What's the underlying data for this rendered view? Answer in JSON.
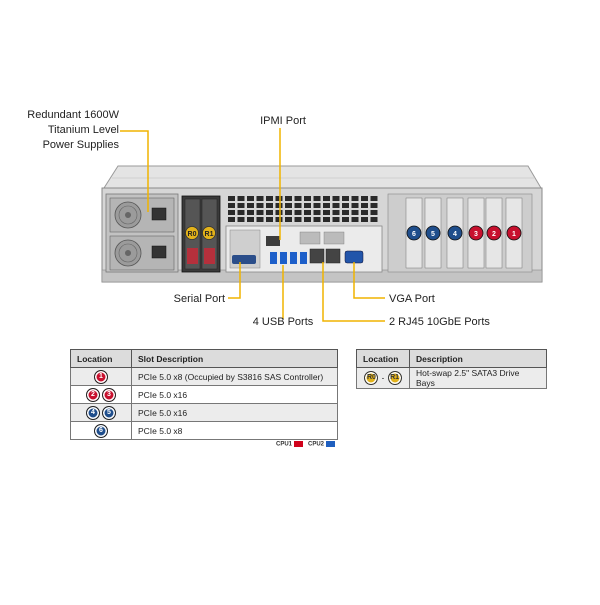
{
  "callouts": {
    "power": [
      "Redundant  1600W",
      "Titanium Level",
      "Power Supplies"
    ],
    "ipmi": "IPMI Port",
    "serial": "Serial Port",
    "usb": "4 USB Ports",
    "vga": "VGA Port",
    "rj45": "2 RJ45 10GbE Ports"
  },
  "drive_bays": [
    "R0",
    "R1"
  ],
  "slot_badges": [
    "6",
    "5",
    "4",
    "3",
    "2",
    "1"
  ],
  "slot_table": {
    "headers": [
      "Location",
      "Slot Description"
    ],
    "rows": [
      {
        "locations": [
          "1"
        ],
        "colors": [
          "red"
        ],
        "description": "PCIe 5.0 x8 (Occupied by S3816 SAS Controller)"
      },
      {
        "locations": [
          "2",
          "3"
        ],
        "colors": [
          "red",
          "red"
        ],
        "description": "PCIe 5.0 x16"
      },
      {
        "locations": [
          "4",
          "5"
        ],
        "colors": [
          "blue",
          "blue"
        ],
        "description": "PCIe 5.0 x16"
      },
      {
        "locations": [
          "6"
        ],
        "colors": [
          "blue"
        ],
        "description": "PCIe 5.0 x8"
      }
    ]
  },
  "drive_table": {
    "headers": [
      "Location",
      "Description"
    ],
    "rows": [
      {
        "locations": [
          "R0",
          "R1"
        ],
        "separator": "-",
        "description": "Hot-swap  2.5\" SATA3 Drive Bays"
      }
    ]
  },
  "legend": [
    {
      "label": "CPU1",
      "color": "#d0021b"
    },
    {
      "label": "CPU2",
      "color": "#1f5fbf"
    }
  ],
  "colors": {
    "callout_line": "#f0b400",
    "cpu1": "#c8102e",
    "cpu2": "#1f4e8c",
    "drive_badge": "#e3b21a"
  }
}
